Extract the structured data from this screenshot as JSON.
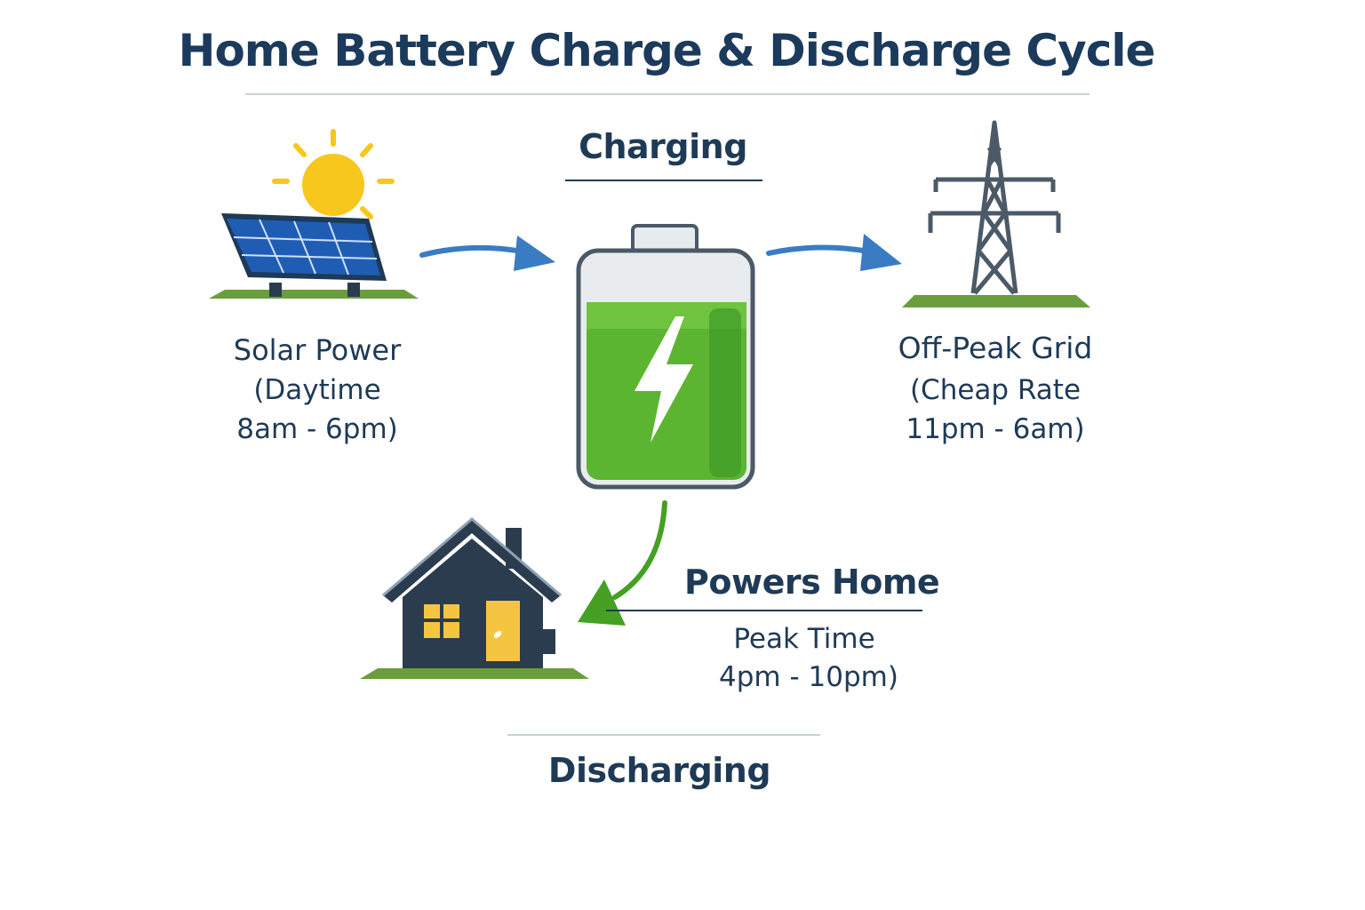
{
  "title": "Home Battery Charge & Discharge Cycle",
  "sections": {
    "charging": "Charging",
    "discharging": "Discharging",
    "powers_home": "Powers Home"
  },
  "sources": {
    "solar": {
      "name": "Solar Power",
      "line2": "(Daytime",
      "line3": "8am - 6pm)",
      "icon": "solar-panel-icon"
    },
    "grid": {
      "name": "Off-Peak Grid",
      "line2": "(Cheap Rate",
      "line3": "11pm - 6am)",
      "icon": "transmission-tower-icon"
    }
  },
  "home": {
    "line1": "Peak Time",
    "line2": "4pm - 10pm)",
    "icon": "house-icon"
  },
  "battery": {
    "icon": "battery-charging-icon",
    "level": 0.82
  },
  "colors": {
    "title": "#1b3a5c",
    "arrow_blue": "#3a7cc4",
    "arrow_green": "#45a024",
    "battery_green": "#5cb531",
    "sun": "#f7c71e",
    "panel": "#1f5db5",
    "grass": "#6a9e3c",
    "house": "#2b3c4f",
    "window": "#f5c542"
  }
}
